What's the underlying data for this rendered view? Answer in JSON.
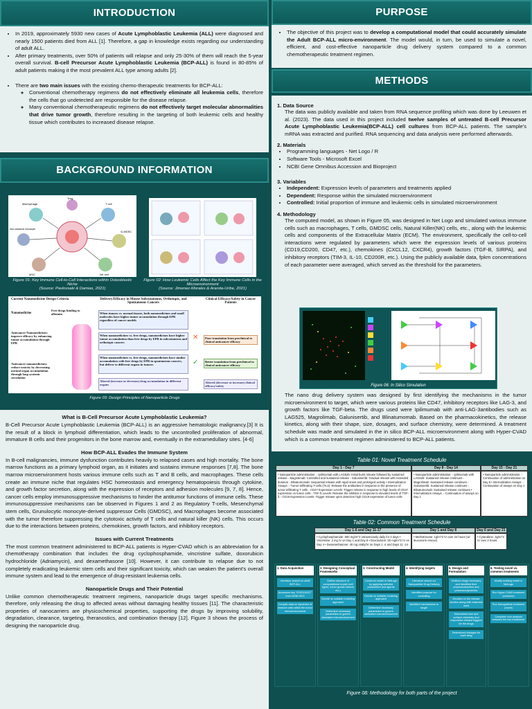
{
  "intro": {
    "title": "INTRODUCTION",
    "b1_pre": "In 2019, approximately 5930 new cases of ",
    "b1_bold": "Acute Lymphoblastic Leukemia (ALL)",
    "b1_post": " were diagnosed and nearly 1500 patients died from ALL [1]. Therefore, a gap in knowledge exists regarding our understanding of adult ALL.",
    "b2_pre": "After primary treatments, over 50% of patients will relapse and only 25-30% of them will reach the 5-year overall survival. ",
    "b2_bold": "B-cell Precursor Acute Lymphoblastic Leukemia (BCP-ALL)",
    "b2_post": " is found in 80-85% of adult patients making it the most prevalent ALL type among adults [2].",
    "b3_pre": "There are ",
    "b3_bold": "two main issues",
    "b3_post": " with the existing chemo-therapeutic treatments for BCP-ALL:",
    "s1_pre": "Conventional chemotherapy regimens ",
    "s1_bold": "do not effectively eliminate all leukemia cells",
    "s1_post": ", therefore the cells that go undetected are responsible for the disease relapse.",
    "s2_pre": "Many conventional chemotherapeutic regimens ",
    "s2_bold": "do not effectively target molecular abnormalities that drive tumor growth",
    "s2_post": ", therefore resulting in the targeting of both leukemic cells and healthy tissue which contributes to increased disease relapse."
  },
  "background": {
    "title": "BACKGROUND INFORMATION",
    "fig1_caption": "Figure 01: Key Immune Cell-to-Cell Interactions within Osteoblastic Niche",
    "fig1_source": "(Source: Pavlovsaki & Damias, 2021)",
    "fig2_caption": "Figure 02: How Leukemic Cells Affect the Key Immune Cells in the Microenvironment",
    "fig2_source": "(Source: Jimenez-Morales & Aranda-Uribe, 2021)",
    "fig3_caption": "Figure 03: Design Principles of Nanoparticle Drugs",
    "fig1_labels": [
      "Treg",
      "Macrophage",
      "T cell",
      "Non-classical monocyte",
      "G-MDSC",
      "MSC",
      "NK cell"
    ],
    "fig3_col_headers": [
      "Current Nanomedicine Design Criteria",
      "Delivery/Efficacy in Mouse Subcutaneous, Orthotopic, and Spontaneous Cancers",
      "Clinical Efficacy/Safety in Cancer Patients"
    ],
    "fig3_left": [
      "Nanomedicine",
      "Free drugs binding to albumin",
      "Anticancer Nanomedicines: improve efficacy by enhancing tumor accumulation through EPR",
      "Anticancer nanomedicines: reduce toxicity by decreasing normal organ accumulation through long systemic circulation"
    ],
    "fig3_mid": [
      "When tumors vs. normal tissues, both nanomedicines and small molecules have higher tumor accumulation through EPR regardless of cancer models",
      "When nanomedicines vs. free drugs, nanomedicines have higher tumor accumulation than free drugs by EPR in subcutaneous and orthotopic cancers",
      "When nanomedicines vs. free drugs, nanomedicines have similar accumulation with free drugs by EPR in spontaneous cancers, but deliver to different organs in tumors",
      "Altered (increase or decrease) drug accumulation in different organs"
    ],
    "fig3_right": [
      "Poor translation from preclinical to clinical anticancer efficacy",
      "Better translation from preclinical to clinical anticancer efficacy",
      "Altered (decrease or increase) clinical efficacy/safety"
    ],
    "h1": "What is B-Cell Precursor Acute Lymphoblastic Leukemia?",
    "p1": "B-Cell Precursor Acute Lymphoblastic Leukemia (BCP-ALL) is an aggressive hematologic malignancy.[3] It is the result of a block in lymphoid differentiation, which leads to the uncontrolled proliferation of abnormal, immature B cells and their progenitors in the bone marrow and, eventually in the extramedullary sites. [4-6]",
    "h2": "How BCP-ALL Evades the Immune System",
    "p2": "In B-cell malignancies, immune dysfunction contributes heavily to relapsed cases and high mortality. The bone marrow functions as a primary lymphoid organ, as it initiates and sustains immune responses [7,8]. The bone marrow microenvironment hosts various immune cells such as T and B cells, and macrophages. These cells create an immune niche that regulates HSC homeostasis and emergency hematopoiesis through cytokine, and growth factor secretion, along with the expression of receptors and adhesion molecules [9, 7, 8]. Hence, cancer cells employ immunosuppressive mechanisms to hinder the antitumor functions of immune cells. These immunosuppressive mechanisms can be observed in Figures 1 and 2 as Regulatory T-cells, Mesenchymal stem cells, Grunulocytic monocyte-derived suppressor Cells (GMDSC), and Macrophages become associated with the tumor therefore suppressing the cytotoxic activity of T cells and natural killer (NK) cells. This occurs due to the interactions between proteins, chemokines, growth factors, and inhibitory receptors.",
    "h3": "Issues with Current Treatments",
    "p3": "The most common treatment administered to BCP-ALL patients is Hyper-CVAD which is an abbreviation for a chemotherapy combination that includes the drug cyclophosphamide, vincristine sulfate, doxorubicin hydrochloride (Adriamycin), and dexamethasone [10]. However, it can contribute to relapse due to not completely eradicating leukemic stem cells and their significant toxicity, which can weaken the patient's overall immune system and lead to the emergence of drug-resistant leukemia cells.",
    "h4": "Nanoparticle Drugs and Their Potential",
    "p4": "Unlike common chemotherapeutic treatment regimens, nanoparticle drugs target specific mechanisms. therefore, only releasing the drug to affected areas without damaging healthy tissues [11]. The characteristic properties of nanocarriers are physicochemical properties, supporting the drugs by improving solubility, degradation, clearance, targeting, theranostics, and combination therapy [12]. Figure 3 shows the process of designing the nanoparticle drug."
  },
  "purpose": {
    "title": "PURPOSE",
    "pre": "The objective of this project was to ",
    "bold": "develop a computational model that could accurately simulate the Adult BCP-ALL micro-environment",
    "post": ". The model would, in turn, be used to simulate a novel, efficient, and cost-effective nanoparticle drug delivery system compared to a common chemotherapeutic treatment regimen."
  },
  "methods": {
    "title": "METHODS",
    "s1_title": "1. Data Source",
    "s1_pre": "The data was publicly available and taken from RNA sequence profiling which was done by Leeuwen et al. (2023). The data used in this project included ",
    "s1_bold": "twelve samples of untreated B-cell Precursor Acute Lymphoblastic Leukemia(BCP-ALL) cell cultures",
    "s1_post": " from BCP-ALL patients. The sample's mRNA was extracted and purified. RNA sequencing and data analysis were performed afterwards.",
    "s2_title": "2. Materials",
    "materials": [
      "Programming languages - Net Logo / R",
      "Software Tools - Microsoft Excel",
      "NCBI Gene Omnibus Accession and Bioproject"
    ],
    "s3_title": "3. Variables",
    "v1_label": "Independent:",
    "v1_text": " Expression levels of parameters and treatments applied",
    "v2_label": "Dependent:",
    "v2_text": " Response within the simulated microenvironment",
    "v3_label": "Controlled:",
    "v3_text": " Initial proportion of immune and leukemic cells in simulated microenvironment",
    "s4_title": "4. Methodology",
    "s4_p1": "The computed model, as shown in Figure 05, was designed in Net Logo and simulated various immune cells such as macrophages, T cells, GMDSC cells, Natural Killer(NK) cells, etc., along with the leukemic cells and components of the Extracellular Matrix (ECM). The environment, specifically the cell-to-cell interactions were regulated by parameters which were the expression levels of various proteins (CD19,CD200, CD47, etc.), chemokines (CXCL12, CXCR4), growth factors (TGF-B, SIRPA), and inhibitory receptors (TIM-3, IL-10, CD200R, etc.). Using the publicly available data, fpkm concentrations of each parameter were averaged, which served as the threshold for the parameters.",
    "fig6_caption": "Figure 06: In Silico Simulation",
    "s4_p2": "The nano drug delivery system was designed by first identifying the mechanisms in the tumor microenvironment to target, which were various proteins like CD47, inhibitory receptors like LAG-3, and growth factors like TGF-beta. The drugs used were Ipilimumab with anti-LAG-3antibodies such as LAG525, Magrolimab, Galunisertib, and Blinatumomab. Based on the pharmacokinetics, the release kinetics, along with their shape, size, dosages, and surface chemistry, were determined. A treatment schedule was made and simulated in the in silico BCP-ALL microenvironment along with Hyper-CVAD which is a common treatment regimen administered to BCP-ALL patients."
  },
  "table1": {
    "title": "Table 01: Novel Treatment Schedule",
    "headers": [
      "Day 1 - Day 7",
      "Day 8 - Day 14",
      "Day 15 - Day 21"
    ],
    "col1": "• Nanoparticle administration: ◦ Ipilimumab with LAG525: Initial burst release followed by sustained release ◦ Magrolimab: Controlled and sustained release ◦ Galunisertib: Gradual release with extended duration ◦ Blinatumomab: Sequential release with rapid onset and prolonged activity • Internalization Assays: ◦ Tumor-Infiltrating T-cells (TILs): Release the antibodies in response to the presence of tumor-infiltrating T cells ◦ CD47 Expression Levels: Trigger release in response to high levels of CD47 expression on tumor cells ◦ TGF-ß Levels: Release the inhibitor in response to elevated levels of TGF-ß ◦ CD19 Expression Levels: Trigger release upon detection high CD19 expression of tumor cells",
    "col2": "• Nanoparticle administration: ◦ Ipilimumab with LAG525: Sustained release continues ◦ Magrolimab: Sustained release continues ◦ Galunisertib: Sustained release continues ◦ Blinatumomab: Sustained release continues • Internalization Assays: ◦ Continuation of assays on Day 1",
    "col3": "• Nanoparticle administration: ◦ Continuation of administration on Day 8 • Internalization Assays: ◦ Continuation of assays on Day 1"
  },
  "table2": {
    "title": "Table 02: Common Treatment Schedule",
    "headers": [
      "Day 1-6 and Day 11-17",
      "Day 1 and Day 8",
      "Day 6 and Day 21"
    ],
    "col1": "• Cyclophosphamide: 600 mg/m^2 intravenously daily for 3 days • Vincristine: 2 mg IV on Day 1 and Day 8 • Doxorubicin: 50 mg/m^2 IV on Day 4 • Dexamethasone: 40 mg orally/IV on Days 1 -4 and Days 11 -14",
    "col2": "• Methotrexate: 1g/m^2 IV over 24 hours (w/ leucovorin rescue)",
    "col3": "• Cytarabine: 3g/m^2 IV over 2 hours"
  },
  "flow": {
    "caption": "Figure 08: Methodology for both parts of the project",
    "cols": [
      {
        "head": "1. Data Acquisition",
        "boxes": [
          "Literature search on adult BCP-ALL",
          "Accession key \"GSE204327\" from NCBI GEO",
          "Compile data on dynamics of immune cells within the tumor microenvironment"
        ]
      },
      {
        "head": "2. Designing Conceptual Frameworks",
        "boxes": [
          "Outline structure of computational model (cell types, tumor growth factors etc.)",
          "Decide on suitable modeling approach",
          "Determine necessary parameters to govern simulated microenvironment"
        ]
      },
      {
        "head": "3. Constructing Model",
        "boxes": [
          "Construct model in NetLogo by applying selected parameters and agents",
          "Decide on suitable modeling approach",
          "Determine necessary parameters to govern simulated microenvironment"
        ]
      },
      {
        "head": "4. Identifying targets",
        "boxes": [
          "Literature search on Nanoparticle Drug Delivery",
          "Identified purpose for consulting",
          "Identified mechanisms to target"
        ]
      },
      {
        "head": "5. Design and Formulation",
        "boxes": [
          "Outlined drugs necessary and identified their pharmacokinetics and pharmacodynamics",
          "Decided on the release kinetics along with materials used",
          "Determined size and surface chemistry and responsive release triggers for the drugs",
          "Determined dosages for each drug"
        ]
      },
      {
        "head": "6. Testing novel vs. common treatments",
        "boxes": [
          "Modify existing model in NetLogo",
          "Run Hyper-CVAD treatment (common)",
          "Run Nanoparticle treatment (novel)",
          "Complete com analysis between the two treatments"
        ]
      }
    ]
  }
}
